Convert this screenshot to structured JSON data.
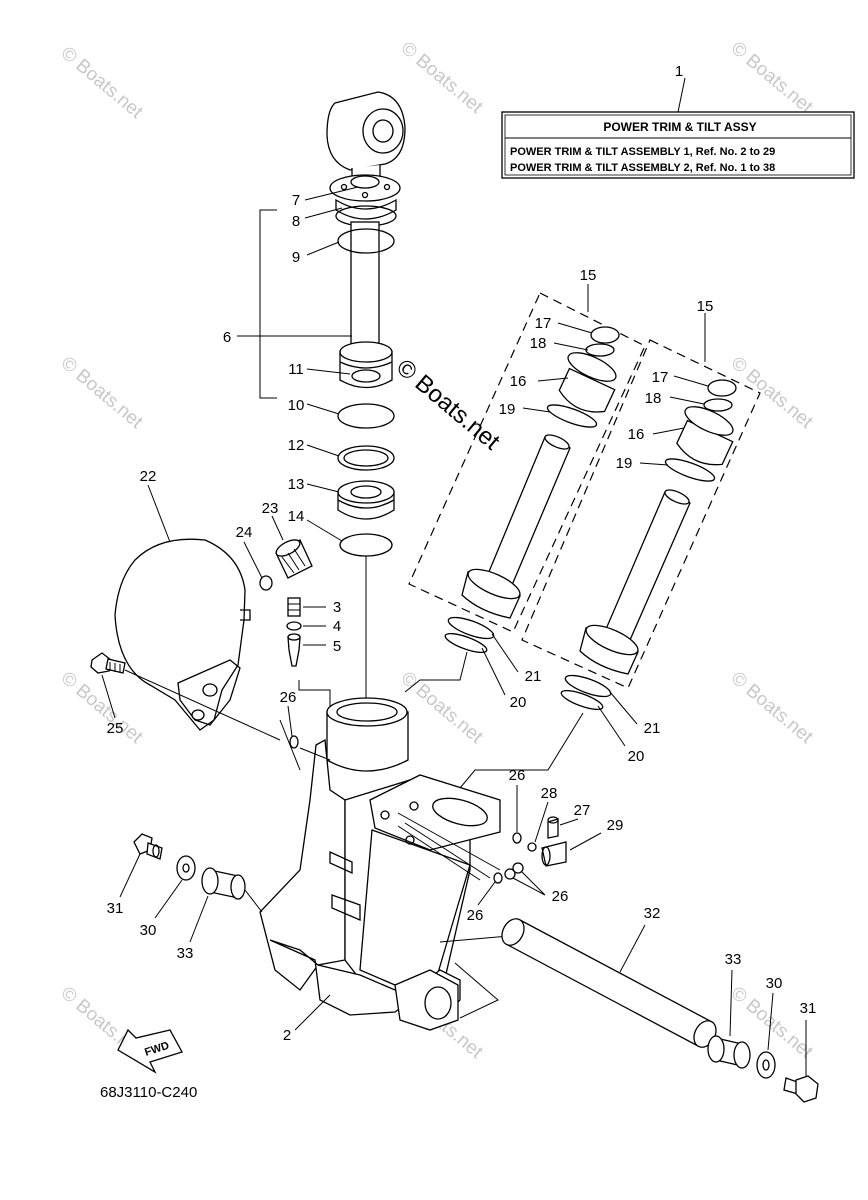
{
  "diagram_code": "68J3110-C240",
  "fwd_label": "FWD",
  "watermark_text": "© Boats.net",
  "title_box": {
    "ref_number": "1",
    "title": "POWER TRIM & TILT ASSY",
    "line1": "POWER TRIM & TILT ASSEMBLY 1,  Ref. No. 2 to 29",
    "line2": "POWER TRIM & TILT ASSEMBLY 2,  Ref. No. 1 to 38"
  },
  "callouts": {
    "c2": "2",
    "c3": "3",
    "c4": "4",
    "c5": "5",
    "c6": "6",
    "c7": "7",
    "c8": "8",
    "c9": "9",
    "c10": "10",
    "c11": "11",
    "c12": "12",
    "c13": "13",
    "c14": "14",
    "c15a": "15",
    "c15b": "15",
    "c16a": "16",
    "c16b": "16",
    "c17a": "17",
    "c17b": "17",
    "c18a": "18",
    "c18b": "18",
    "c19a": "19",
    "c19b": "19",
    "c20a": "20",
    "c20b": "20",
    "c21a": "21",
    "c21b": "21",
    "c22": "22",
    "c23": "23",
    "c24": "24",
    "c25": "25",
    "c26a": "26",
    "c26b": "26",
    "c26c": "26",
    "c26d": "26",
    "c27": "27",
    "c28": "28",
    "c29": "29",
    "c30a": "30",
    "c30b": "30",
    "c31a": "31",
    "c31b": "31",
    "c32": "32",
    "c33a": "33",
    "c33b": "33"
  }
}
